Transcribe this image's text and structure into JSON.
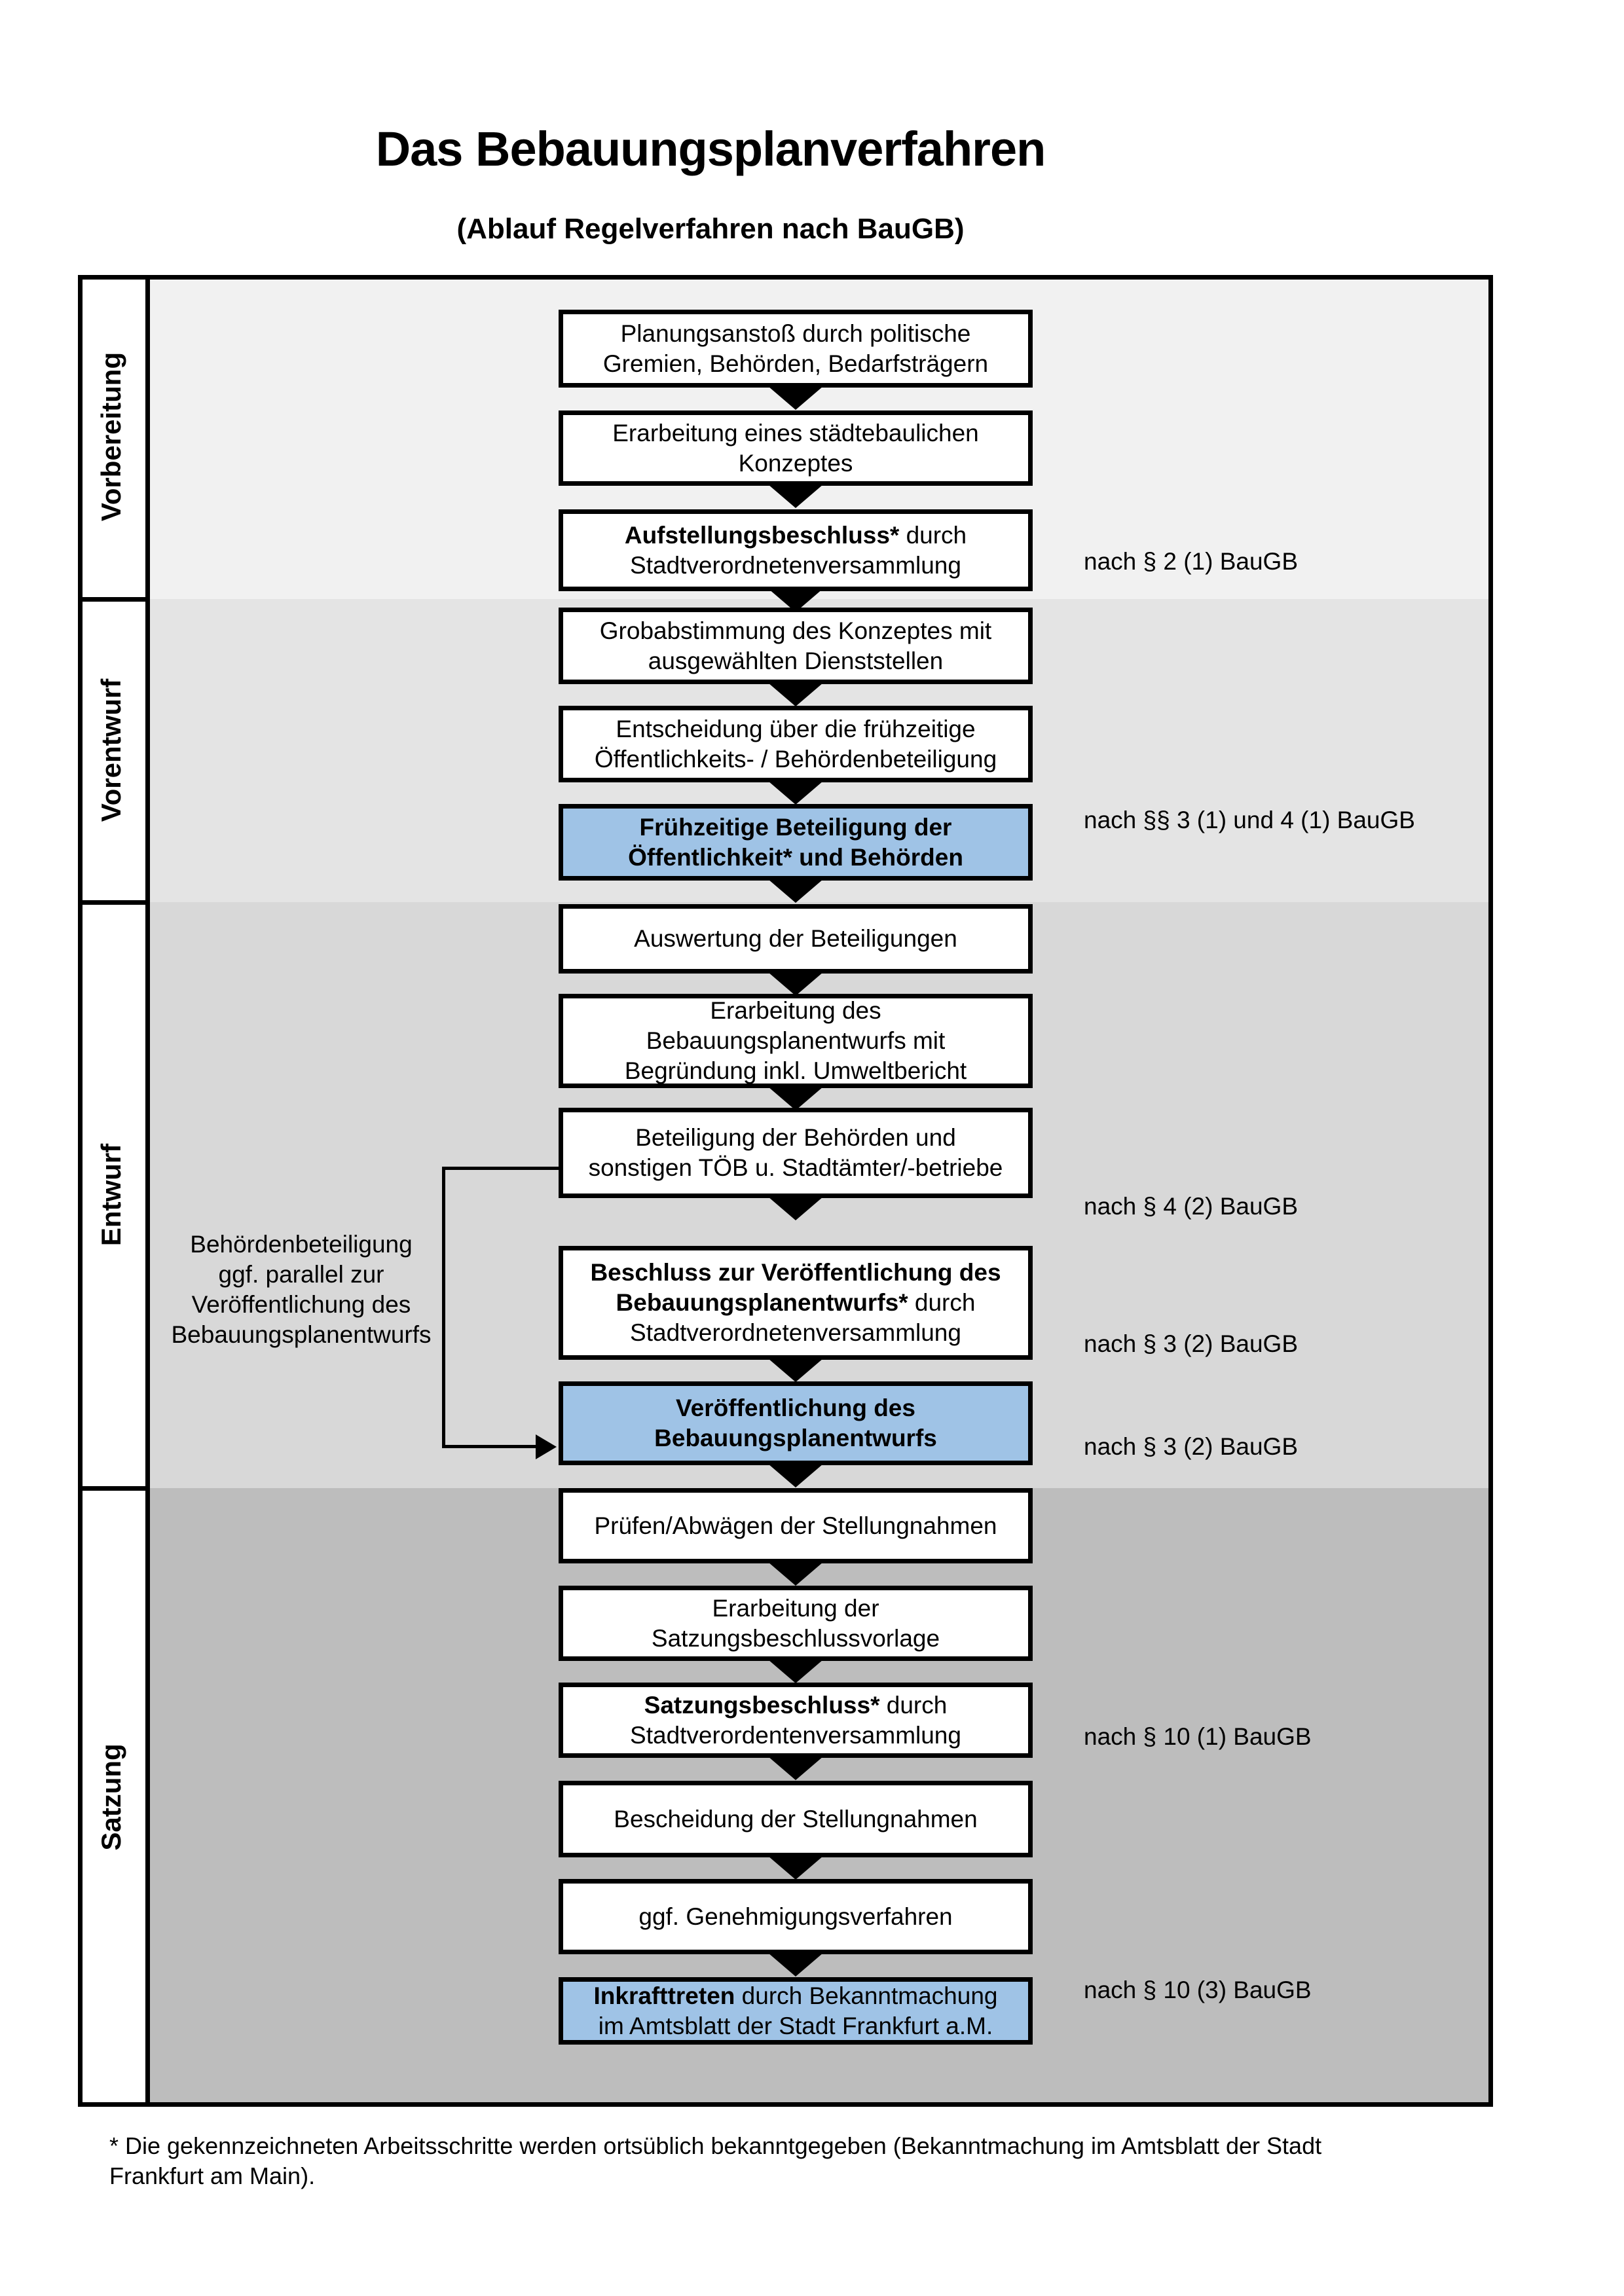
{
  "title": "Das Bebauungsplanverfahren",
  "subtitle": "(Ablauf Regelverfahren nach BauGB)",
  "phases": [
    {
      "label": "Vorbereitung"
    },
    {
      "label": "Vorentwurf"
    },
    {
      "label": "Entwurf"
    },
    {
      "label": "Satzung"
    }
  ],
  "steps": [
    {
      "bold": "",
      "text": "Planungsanstoß durch politische\nGremien, Behörden, Bedarfsträgern"
    },
    {
      "bold": "",
      "text": "Erarbeitung eines städtebaulichen\nKonzeptes"
    },
    {
      "bold": "Aufstellungsbeschluss*",
      "text": " durch\nStadtverordnetenversammlung"
    },
    {
      "bold": "",
      "text": "Grobabstimmung des Konzeptes mit\nausgewählten Dienststellen"
    },
    {
      "bold": "",
      "text": "Entscheidung über die frühzeitige\nÖffentlichkeits- / Behördenbeteiligung"
    },
    {
      "bold": "Frühzeitige Beteiligung der\nÖffentlichkeit* und Behörden",
      "text": ""
    },
    {
      "bold": "",
      "text": "Auswertung der Beteiligungen"
    },
    {
      "bold": "",
      "text": "Erarbeitung des\nBebauungsplanentwurfs mit\nBegründung inkl. Umweltbericht"
    },
    {
      "bold": "",
      "text": "Beteiligung der Behörden und\nsonstigen TÖB u. Stadtämter/-betriebe"
    },
    {
      "bold": "Beschluss zur Veröffentlichung des\nBebauungsplanentwurfs*",
      "text": " durch\nStadtverordnetenversammlung"
    },
    {
      "bold": "Veröffentlichung des\nBebauungsplanentwurfs",
      "text": ""
    },
    {
      "bold": "",
      "text": "Prüfen/Abwägen der Stellungnahmen"
    },
    {
      "bold": "",
      "text": "Erarbeitung der\nSatzungsbeschlussvorlage"
    },
    {
      "bold": "Satzungsbeschluss*",
      "text": " durch\nStadtverordentenversammlung"
    },
    {
      "bold": "",
      "text": "Bescheidung der Stellungnahmen"
    },
    {
      "bold": "",
      "text": "ggf. Genehmigungsverfahren"
    },
    {
      "bold": "Inkrafttreten",
      "text": " durch Bekanntmachung\nim Amtsblatt der Stadt Frankfurt a.M."
    }
  ],
  "references": [
    {
      "text": "nach § 2 (1) BauGB"
    },
    {
      "text": "nach §§ 3 (1) und 4 (1) BauGB"
    },
    {
      "text": "nach § 4 (2) BauGB"
    },
    {
      "text": "nach § 3 (2) BauGB"
    },
    {
      "text": "nach § 3 (2) BauGB"
    },
    {
      "text": "nach § 10 (1) BauGB"
    },
    {
      "text": "nach § 10 (3) BauGB"
    }
  ],
  "side_note": "Behördenbeteiligung\nggf. parallel zur\nVeröffentlichung des\nBebauungsplanentwurfs",
  "footnote": "* Die gekennzeichneten Arbeitsschritte werden ortsüblich bekanntgegeben (Bekanntmachung im Amtsblatt  der Stadt\nFrankfurt am Main).",
  "colors": {
    "highlight": "#9fc3e6",
    "band_vorbereitung": "#f1f1f1",
    "band_vorentwurf": "#e4e4e4",
    "band_entwurf": "#d8d8d8",
    "band_satzung": "#bdbdbd"
  }
}
